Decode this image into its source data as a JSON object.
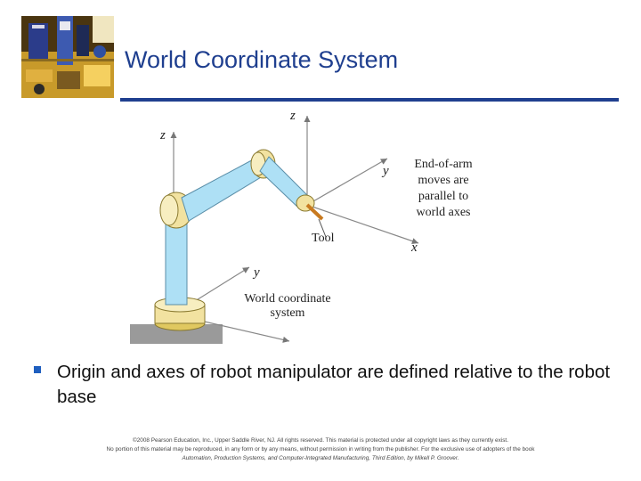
{
  "slide": {
    "title": "World Coordinate System"
  },
  "figure": {
    "tool_axes": {
      "z": "z",
      "y": "y",
      "x": "x"
    },
    "world_axes": {
      "z": "z",
      "y": "y"
    },
    "tool_label": "Tool",
    "caption_world": [
      "World coordinate",
      "system"
    ],
    "note": [
      "End-of-arm",
      "moves are",
      "parallel to",
      "world axes"
    ]
  },
  "bullets": [
    "Origin and axes of robot manipulator are defined relative to the robot base"
  ],
  "copyright": {
    "line1": "©2008 Pearson Education, Inc., Upper Saddle River, NJ. All rights reserved. This material is protected under all copyright laws as they currently exist.",
    "line2": "No portion of this material may be reproduced, in any form or by any means, without permission in writing from the publisher. For the exclusive use of adopters of the book",
    "line3": "Automation, Production Systems, and Computer-Integrated Manufacturing, Third Edition, by Mikell P. Groover."
  },
  "colors": {
    "title": "#1f3f8f",
    "rule": "#1f3f8f",
    "bullet": "#1f5fbf",
    "arm": "#aee0f5",
    "joint": "#f2e2a0"
  },
  "icons": {
    "header_image": "electronics-photo",
    "bullet": "square-bullet"
  }
}
